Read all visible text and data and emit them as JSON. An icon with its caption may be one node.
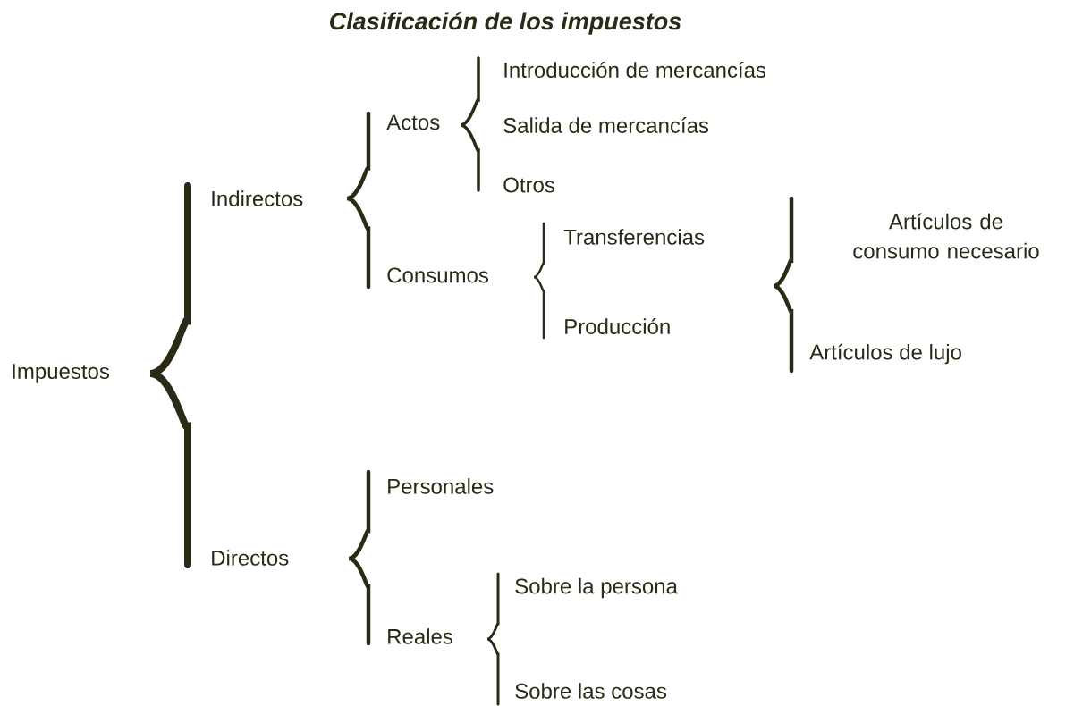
{
  "diagram": {
    "title": "Clasificación de los impuestos",
    "labels": [
      "Impuestos",
      "Indirectos",
      "Actos",
      "Introducción de mercancías",
      "Salida de mercancías",
      "Otros",
      "Consumos",
      "Transferencias",
      "Artículos de consumo necesario",
      "Producción",
      "Artículos de lujo",
      "Directos",
      "Personales",
      "Reales",
      "Sobre la persona",
      "Sobre las cosas"
    ]
  }
}
